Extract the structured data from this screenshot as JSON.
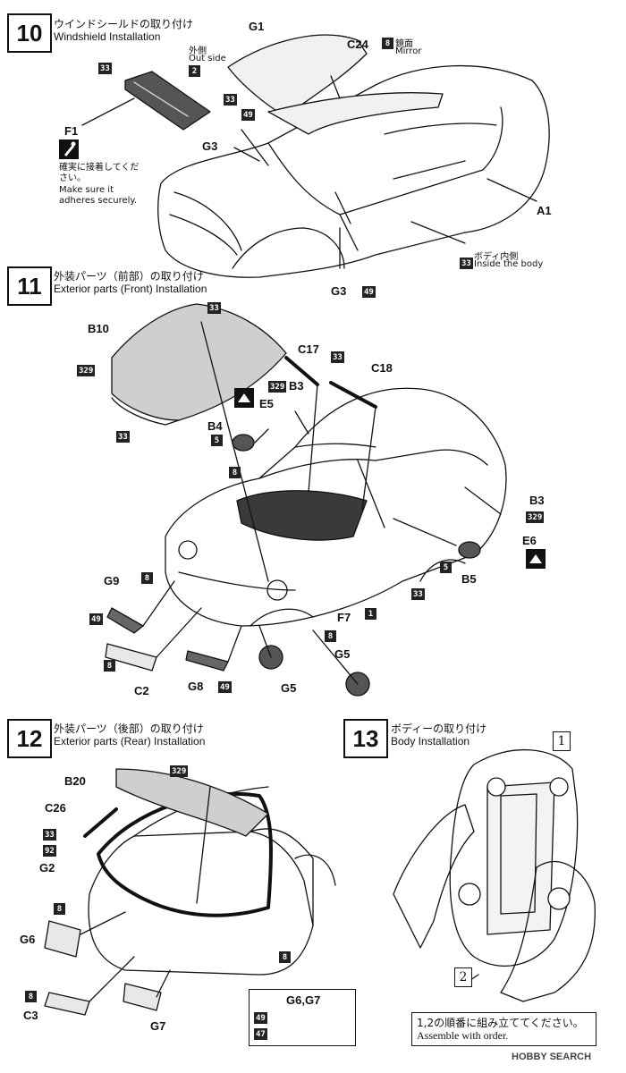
{
  "steps": [
    {
      "num": "10",
      "jp": "ウインドシールドの取り付け",
      "en": "Windshield Installation"
    },
    {
      "num": "11",
      "jp": "外装パーツ（前部）の取り付け",
      "en": "Exterior parts (Front) Installation"
    },
    {
      "num": "12",
      "jp": "外装パーツ（後部）の取り付け",
      "en": "Exterior parts (Rear) Installation"
    },
    {
      "num": "13",
      "jp": "ボディーの取り付け",
      "en": "Body Installation"
    }
  ],
  "s10": {
    "g1": "G1",
    "c24": "C24",
    "a1": "A1",
    "f1": "F1",
    "g3a": "G3",
    "g3b": "G3",
    "outside_jp": "外側",
    "outside_en": "Out side",
    "outside_chip": "2",
    "mirror_chip": "8",
    "mirror_jp": "鏡面",
    "mirror_en": "Mirror",
    "chip33a": "33",
    "chip33b": "33",
    "chip49a": "49",
    "chip49b": "49",
    "body_chip": "33",
    "body_jp": "ボディ内側",
    "body_en": "Inside the body",
    "adhere_jp": "確実に接着してください。",
    "adhere_en": "Make sure it adheres securely."
  },
  "s11": {
    "b10": "B10",
    "c17": "C17",
    "c18": "C18",
    "b3a": "B3",
    "b3b": "B3",
    "e5": "E5",
    "e6": "E6",
    "b4": "B4",
    "b5": "B5",
    "g9": "G9",
    "c2": "C2",
    "g8": "G8",
    "g5a": "G5",
    "g5b": "G5",
    "f7": "F7",
    "chip33_hood": "33",
    "chip329_hood": "329",
    "chip33_hood2": "33",
    "chip33_wipers": "33",
    "chip329_b3": "329",
    "chip5_b4": "5",
    "chip8_a": "8",
    "chip8_b": "8",
    "chip49_g9": "49",
    "chip8_c2": "8",
    "chip49_g8": "49",
    "chip329_b3b": "329",
    "chip5_b5": "5",
    "chip33_side": "33",
    "chip1": "1",
    "chip8_front": "8"
  },
  "s12": {
    "b20": "B20",
    "c26": "C26",
    "g2": "G2",
    "g6": "G6",
    "c3": "C3",
    "g7": "G7",
    "g6g7": "G6,G7",
    "chip329": "329",
    "chip33": "33",
    "chip92": "92",
    "chip8a": "8",
    "chip8b": "8",
    "chip8c": "8",
    "chip49": "49",
    "chip47": "47"
  },
  "s13": {
    "box1": "1",
    "box2": "2",
    "assemble_jp": "1,2の順番に組み立ててください。",
    "assemble_en": "Assemble with order."
  },
  "watermark": "HOBBY SEARCH"
}
